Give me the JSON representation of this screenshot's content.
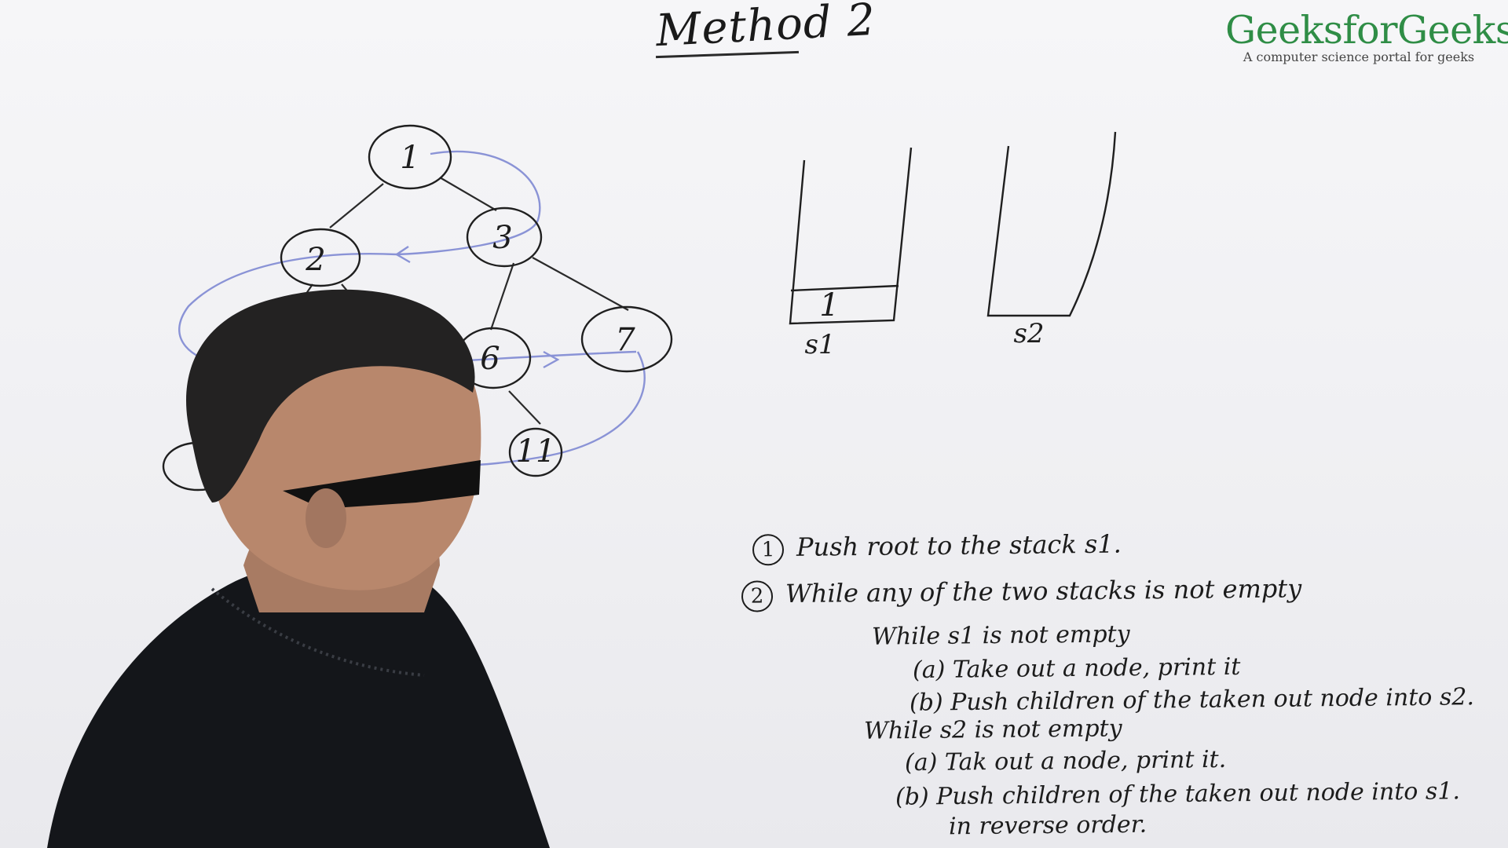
{
  "board": {
    "title": "Method 2",
    "logo": {
      "name": "GeeksforGeeks",
      "tagline": "A computer science portal for geeks"
    }
  },
  "tree": {
    "nodes": [
      {
        "id": "n1",
        "label": "1"
      },
      {
        "id": "n2",
        "label": "2"
      },
      {
        "id": "n3",
        "label": "3"
      },
      {
        "id": "n6",
        "label": "6"
      },
      {
        "id": "n7",
        "label": "7"
      },
      {
        "id": "n11",
        "label": "11"
      }
    ]
  },
  "stacks": {
    "s1": {
      "label": "s1",
      "contents": [
        "1"
      ]
    },
    "s2": {
      "label": "s2",
      "contents": []
    }
  },
  "steps": {
    "step1": {
      "number": "1",
      "text": "Push root to the stack s1."
    },
    "step2": {
      "number": "2",
      "text": "While any of the two stacks is not empty"
    },
    "while_s1": "While s1 is not empty",
    "s1_a": "(a) Take out a node, print it",
    "s1_b": "(b) Push children of the taken out node into s2.",
    "while_s2": "While s2 is not empty",
    "s2_a": "(a) Tak out a node, print it.",
    "s2_b": "(b) Push children of the taken out node into s1.",
    "s2_b_cont": "in reverse order."
  },
  "colors": {
    "ink": "#1c1c1c",
    "traversal_ink": "#8a93d6",
    "logo_green": "#2f8d46",
    "jacket": "#14161a"
  }
}
